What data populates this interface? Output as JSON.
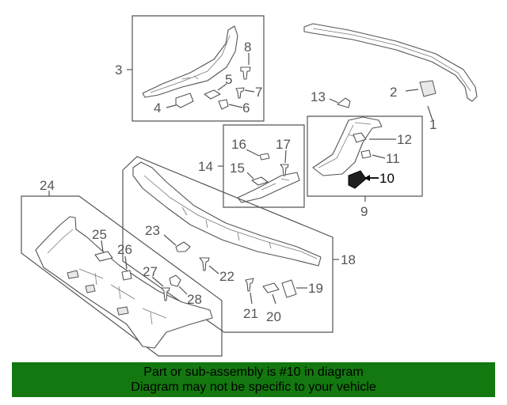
{
  "callouts": {
    "c1": "1",
    "c2": "2",
    "c3": "3",
    "c4": "4",
    "c5": "5",
    "c6": "6",
    "c7": "7",
    "c8": "8",
    "c9": "9",
    "c10": "10",
    "c11": "11",
    "c12": "12",
    "c13": "13",
    "c14": "14",
    "c15": "15",
    "c16": "16",
    "c17": "17",
    "c18": "18",
    "c19": "19",
    "c20": "20",
    "c21": "21",
    "c22": "22",
    "c23": "23",
    "c24": "24",
    "c25": "25",
    "c26": "26",
    "c27": "27",
    "c28": "28"
  },
  "highlighted_part": "10",
  "banner": {
    "line1": "Part or sub-assembly is #10 in diagram",
    "line2": "Diagram may not be specific to your vehicle"
  },
  "colors": {
    "banner_bg": "#13780f",
    "line": "#555555",
    "highlight_part": "#1f1f1f"
  }
}
